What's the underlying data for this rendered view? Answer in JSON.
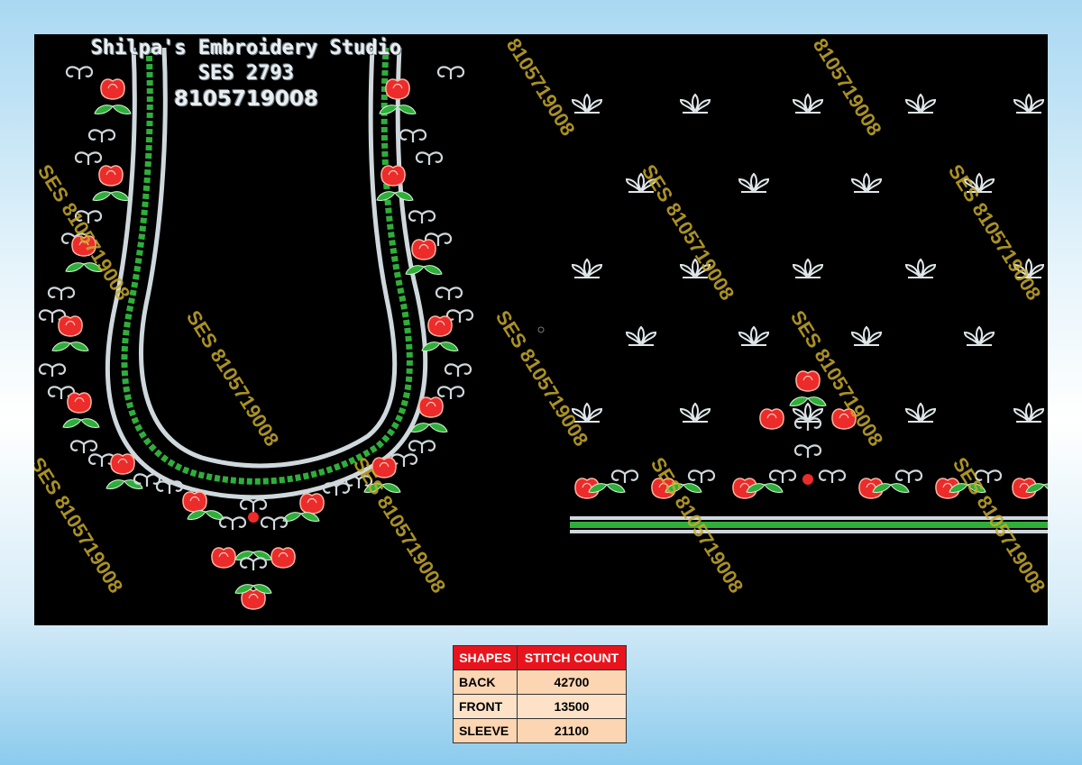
{
  "header": {
    "studio": "Shilpa's Embroidery Studio",
    "code": "SES 2793",
    "phone": "8105719008"
  },
  "watermark_text": "SES 8105719008",
  "watermark_short": "8105719008",
  "colors": {
    "background_panel": "#000000",
    "thread_red": "#ec2b2b",
    "thread_green": "#2fae3a",
    "thread_silver": "#cfd8dc",
    "table_header": "#e8141d",
    "watermark": "#c8aa28"
  },
  "stitch_table": {
    "headers": [
      "SHAPES",
      "STITCH COUNT"
    ],
    "rows": [
      {
        "shape": "BACK",
        "count": "42700"
      },
      {
        "shape": "FRONT",
        "count": "13500"
      },
      {
        "shape": "SLEEVE",
        "count": "21100"
      }
    ]
  }
}
